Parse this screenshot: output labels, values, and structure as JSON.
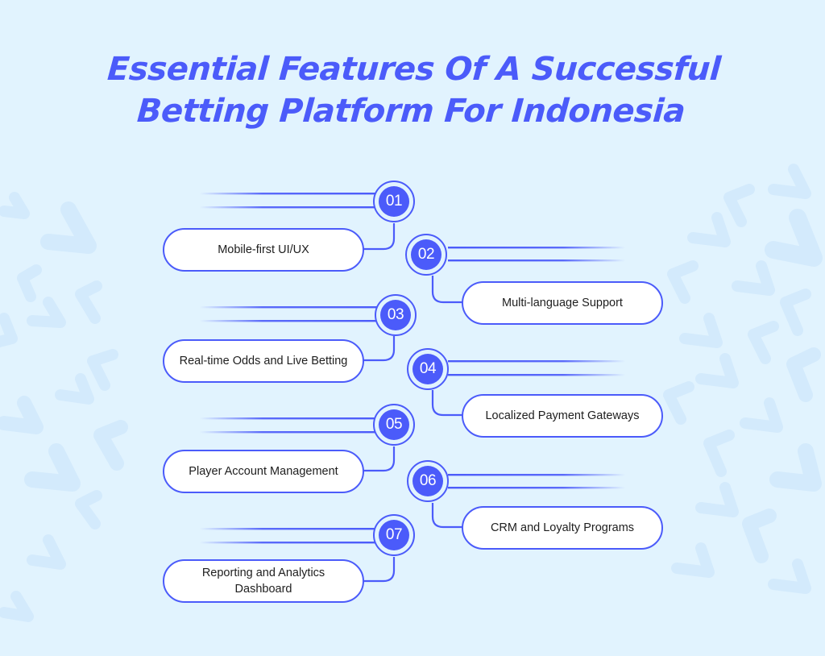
{
  "title": {
    "line1": "Essential Features Of A Successful",
    "line2": "Betting Platform For Indonesia"
  },
  "colors": {
    "background": "#E1F3FE",
    "accent": "#4B5BFA",
    "pill_fill": "#FFFFFF",
    "text": "#1E1E1E",
    "pattern": "#D3EAFC"
  },
  "features": [
    {
      "number": "01",
      "label": "Mobile-first UI/UX",
      "side": "left"
    },
    {
      "number": "02",
      "label": "Multi-language Support",
      "side": "right"
    },
    {
      "number": "03",
      "label": "Real-time Odds and Live Betting",
      "side": "left"
    },
    {
      "number": "04",
      "label": "Localized Payment Gateways",
      "side": "right"
    },
    {
      "number": "05",
      "label": "Player Account Management",
      "side": "left"
    },
    {
      "number": "06",
      "label": "CRM and Loyalty Programs",
      "side": "right"
    },
    {
      "number": "07",
      "label": "Reporting and Analytics Dashboard",
      "side": "left"
    }
  ]
}
